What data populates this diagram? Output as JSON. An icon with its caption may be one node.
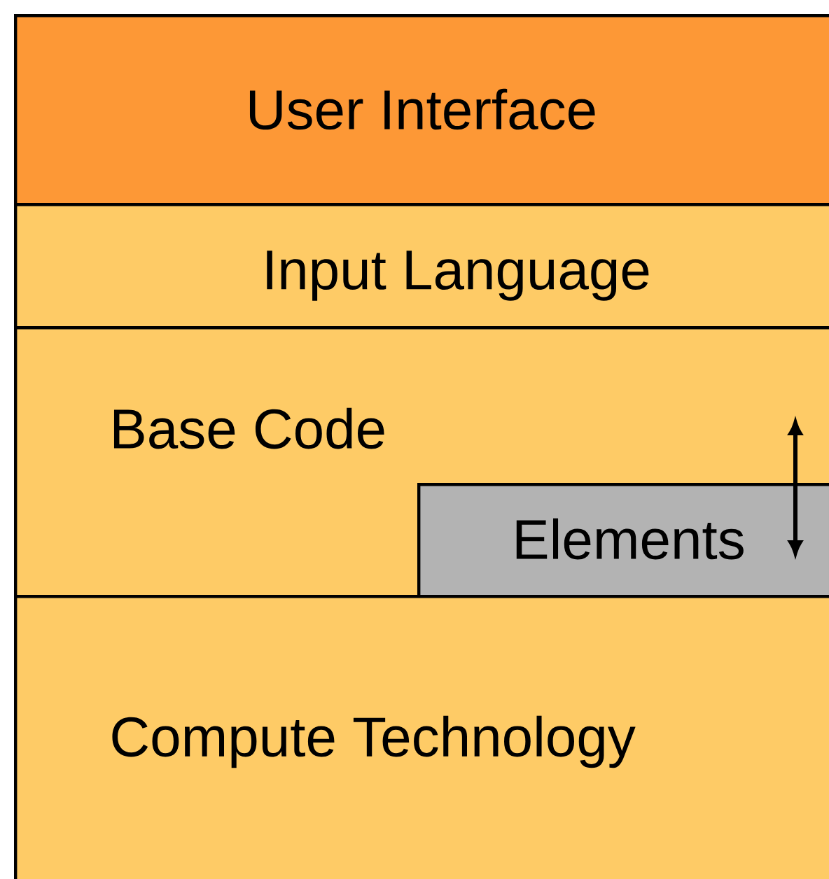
{
  "diagram": {
    "nodes": [
      {
        "text": [
          "User Interface"
        ]
      },
      {
        "text": [
          "Input Language"
        ]
      },
      {
        "text": [
          "Base Code"
        ]
      },
      {
        "text": [
          "Elements"
        ],
        "in": 2
      },
      {
        "text": [
          "Compute Technology"
        ]
      }
    ]
  }
}
